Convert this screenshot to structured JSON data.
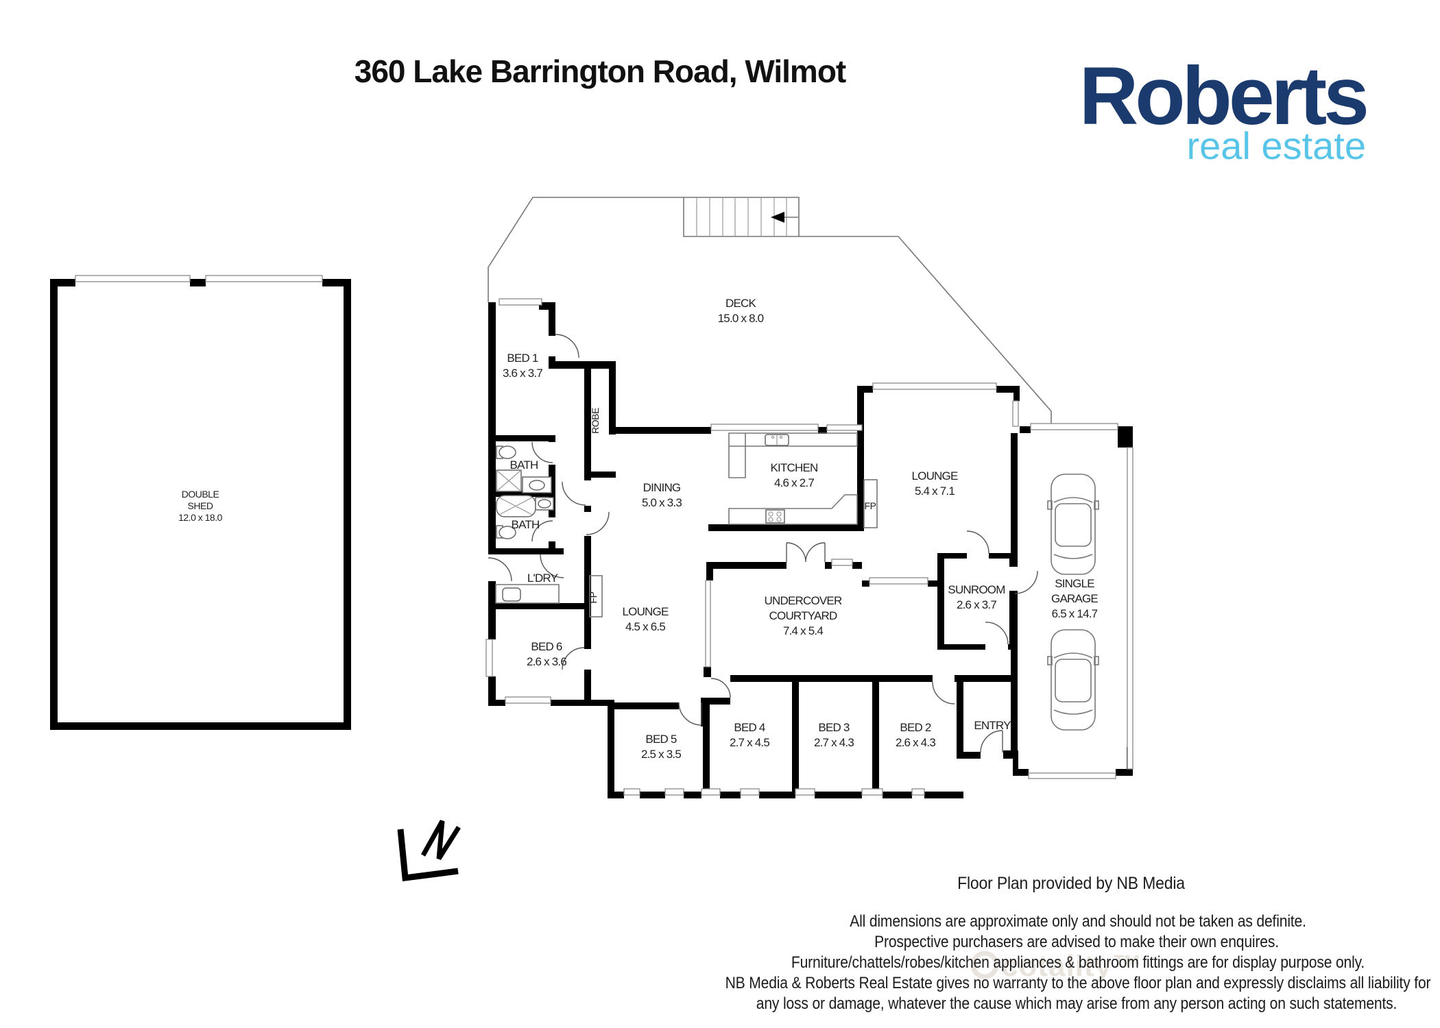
{
  "page": {
    "title": "360 Lake Barrington Road, Wilmot"
  },
  "logo": {
    "brand": "Roberts",
    "tagline": "real estate"
  },
  "colors": {
    "brand_navy": "#1b3a6e",
    "brand_lightblue": "#58c5e8",
    "walls": "#000000",
    "label_text": "#222222",
    "watermark": "#d7cfc2"
  },
  "rooms": {
    "deck": {
      "name": "DECK",
      "dims": "15.0 x 8.0"
    },
    "bed1": {
      "name": "BED 1",
      "dims": "3.6 x 3.7"
    },
    "robe": {
      "name": "ROBE"
    },
    "bath_upper": {
      "name": "BATH"
    },
    "bath_lower": {
      "name": "BATH"
    },
    "dining": {
      "name": "DINING",
      "dims": "5.0 x 3.3"
    },
    "kitchen": {
      "name": "KITCHEN",
      "dims": "4.6 x 2.7"
    },
    "fp_kitchen": {
      "name": "FP"
    },
    "lounge_main": {
      "name": "LOUNGE",
      "dims": "5.4 x 7.1"
    },
    "ldry": {
      "name": "L'DRY"
    },
    "fp_lounge": {
      "name": "FP"
    },
    "lounge_second": {
      "name": "LOUNGE",
      "dims": "4.5 x 6.5"
    },
    "courtyard": {
      "line1": "UNDERCOVER",
      "line2": "COURTYARD",
      "dims": "7.4 x 5.4"
    },
    "sunroom": {
      "name": "SUNROOM",
      "dims": "2.6 x 3.7"
    },
    "garage": {
      "line1": "SINGLE",
      "line2": "GARAGE",
      "dims": "6.5 x 14.7"
    },
    "bed6": {
      "name": "BED 6",
      "dims": "2.6 x 3.6"
    },
    "bed5": {
      "name": "BED 5",
      "dims": "2.5 x 3.5"
    },
    "bed4": {
      "name": "BED 4",
      "dims": "2.7 x 4.5"
    },
    "bed3": {
      "name": "BED 3",
      "dims": "2.7 x 4.3"
    },
    "bed2": {
      "name": "BED 2",
      "dims": "2.6 x 4.3"
    },
    "entry": {
      "name": "ENTRY"
    },
    "shed": {
      "line1": "DOUBLE",
      "line2": "SHED",
      "dims": "12.0 x 18.0"
    }
  },
  "footer": {
    "credit": "Floor Plan provided by NB Media",
    "disclaimer": [
      "All dimensions are approximate only and should not be taken as definite.",
      "Prospective purchasers are advised to make their own enquires.",
      "Furniture/chattels/robes/kitchen appliances & bathroom fittings are for display purpose only.",
      "NB Media & Roberts Real Estate gives no warranty to the above floor plan and expressly disclaims all liability for",
      "any loss or damage, whatever the cause which may arise from any person acting on such statements."
    ]
  },
  "watermark": {
    "text": "cotality™"
  }
}
